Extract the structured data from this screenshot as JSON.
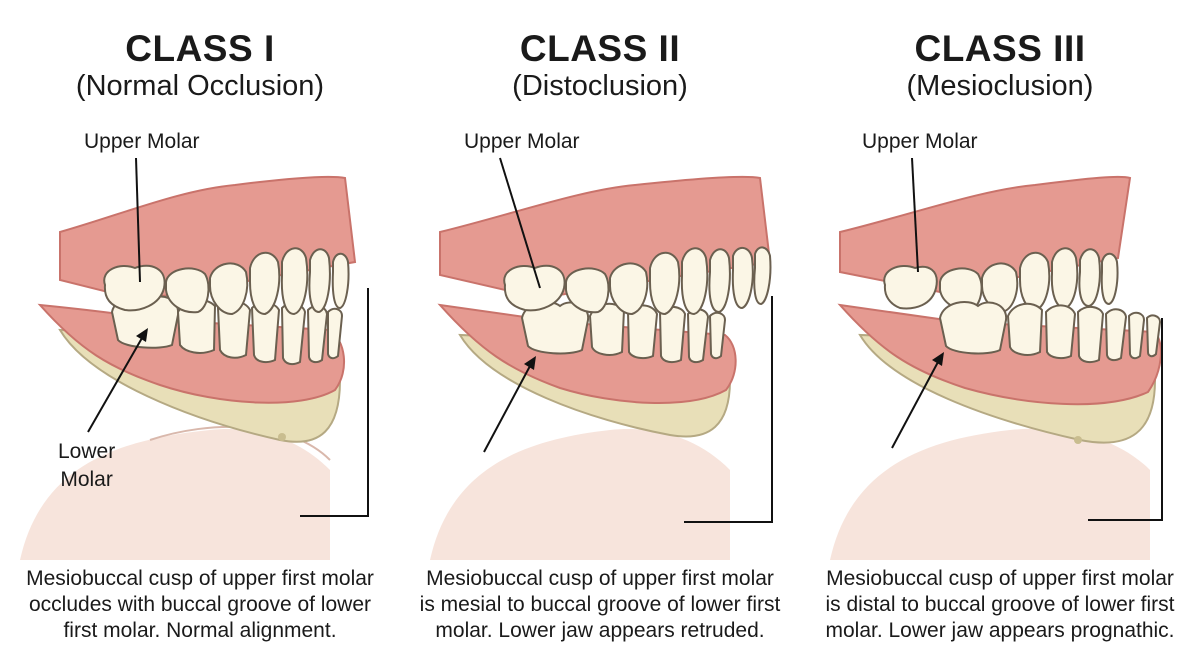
{
  "panels": [
    {
      "title": "CLASS I",
      "subtitle": "(Normal Occlusion)",
      "upper_label": "Upper Molar",
      "lower_label": [
        "Lower",
        "Molar"
      ],
      "description": [
        "Mesiobuccal cusp of upper first molar",
        "occludes with buccal groove of lower",
        "first molar. Normal alignment."
      ]
    },
    {
      "title": "CLASS II",
      "subtitle": "(Distoclusion)",
      "upper_label": "Upper Molar",
      "description": [
        "Mesiobuccal cusp of upper first molar",
        "is mesial to buccal groove of lower first",
        "molar. Lower jaw appears retruded."
      ]
    },
    {
      "title": "CLASS III",
      "subtitle": "(Mesioclusion)",
      "upper_label": "Upper Molar",
      "description": [
        "Mesiobuccal cusp of upper first molar",
        "is distal to buccal groove of lower first",
        "molar. Lower jaw appears prognathic."
      ]
    }
  ],
  "colors": {
    "gum": "#e59a91",
    "gum_dark": "#c9736b",
    "tooth": "#fbf6e6",
    "tooth_outline": "#6b6050",
    "bone": "#e8dfb8",
    "skin": "#f7e4dc"
  }
}
